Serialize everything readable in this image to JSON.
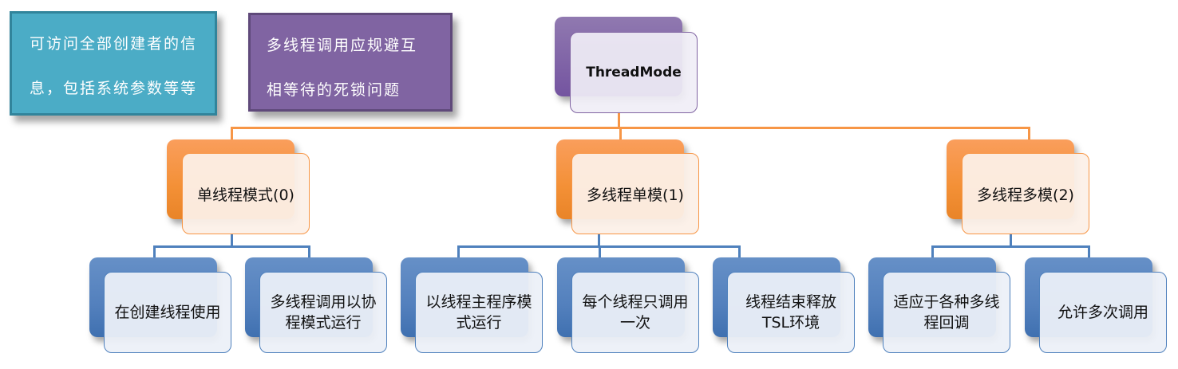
{
  "notes": [
    {
      "lines": [
        "可访问全部创建者的信",
        "息，包括系统参数等等"
      ],
      "color": "#4bacc6"
    },
    {
      "lines": [
        "多线程调用应规避互",
        "相等待的死锁问题"
      ],
      "color": "#8064a2"
    }
  ],
  "tree": {
    "root": {
      "label": "ThreadMode",
      "color": "#8064a2"
    },
    "modes": [
      {
        "label": "单线程模式(0)",
        "children": [
          "在创建线程使用",
          "多线程调用以协程模式运行"
        ]
      },
      {
        "label": "多线程单模(1)",
        "children": [
          "以线程主程序模式运行",
          "每个线程只调用一次",
          "线程结束释放TSL环境"
        ]
      },
      {
        "label": "多线程多模(2)",
        "children": [
          "适应于各种多线程回调",
          "允许多次调用"
        ]
      }
    ],
    "colors": {
      "mode": "#f79646",
      "leaf": "#4f81bd"
    }
  }
}
